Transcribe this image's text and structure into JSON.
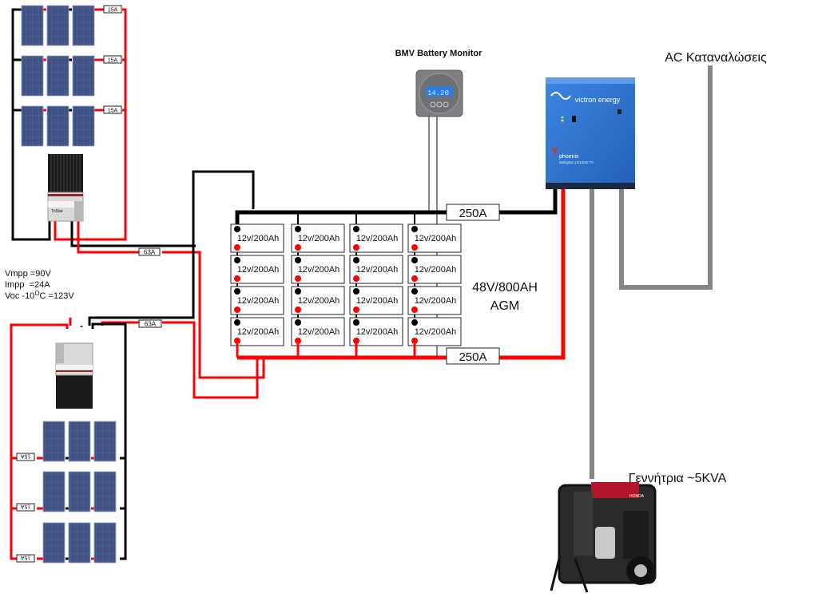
{
  "title_bmv": "BMV Battery Monitor",
  "bmv_display": "14.20",
  "ac_loads_label": "AC Καταναλώσεις",
  "generator_label": "Γεννήτρια ~5KVA",
  "bank_label_line1": "48V/800AH",
  "bank_label_line2": "AGM",
  "battery_label": "12v/200Ah",
  "battery_columns": 4,
  "battery_rows": 4,
  "main_fuse_neg": "250A",
  "main_fuse_pos": "250A",
  "controller_fuse_top": "63A",
  "controller_fuse_bottom": "63A",
  "string_fuse": "15A",
  "pv_specs": {
    "vmpp": "Vmpp =90V",
    "impp": "Impp  =24A",
    "voc_prefix": "Voc -10",
    "voc_sup": "O",
    "voc_suffix": "C =123V"
  },
  "inverter": {
    "brand": "victron energy",
    "model": "phoenix",
    "model_sub": "Multiplus 12/1000/ 70"
  },
  "controller_brand": "TriStar",
  "generator_brand": "HONDA",
  "colors": {
    "positive": "#ff0000",
    "negative": "#000000",
    "ac": "#8a8585",
    "panel": "#3d4f7e",
    "inverter": "#2f74d0"
  }
}
